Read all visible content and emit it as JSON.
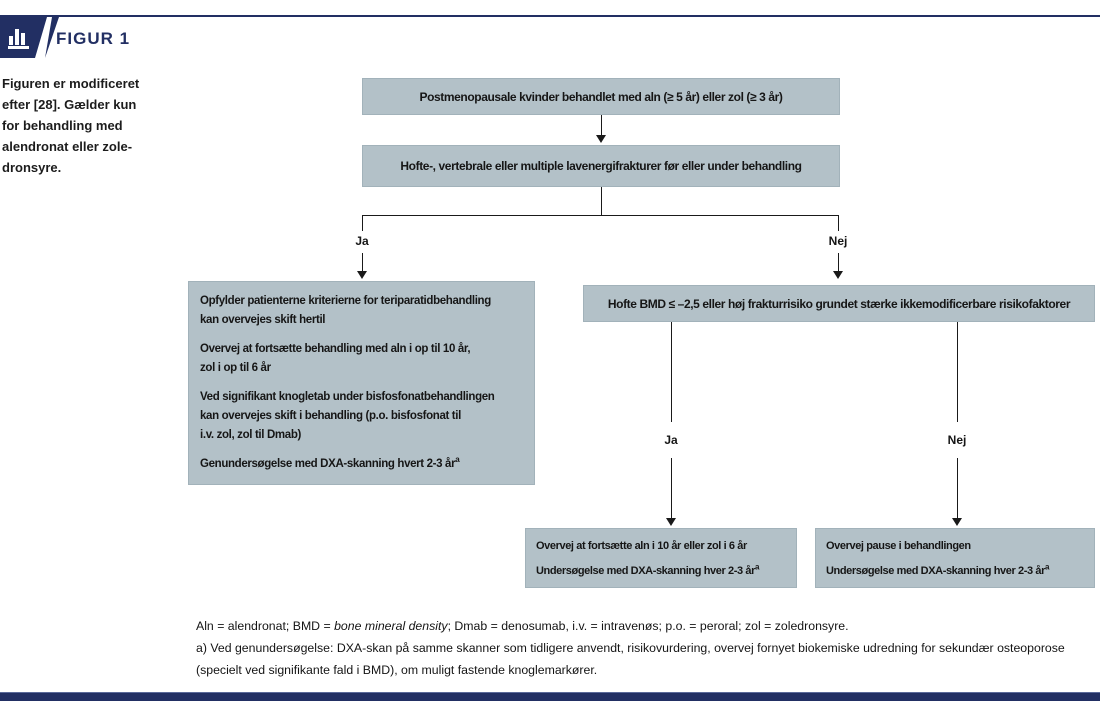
{
  "figure_header": {
    "label": "FIGUR 1"
  },
  "caption": "Figuren er modificeret\nefter [28]. Gælder kun\nfor behandling med\nalendronat eller zole-\ndronsyre.",
  "colors": {
    "navy": "#222f63",
    "box_fill": "#b3c1c8",
    "line": "#1a1a1a"
  },
  "flow": {
    "start_box": "Postmenopausale kvinder behandlet med aln (≥ 5 år) eller zol (≥ 3 år)",
    "fracture_box": "Hofte-, vertebrale eller multiple lavenergifrakturer før eller under behandling",
    "yes_label": "Ja",
    "no_label": "Nej",
    "left_outcome": {
      "p1": "Opfylder patienterne kriterierne for teriparatidbehandling\nkan overvejes skift hertil",
      "p2": "Overvej at fortsætte behandling med aln i op til 10 år,\nzol i op til 6 år",
      "p3": "Ved signifikant knogletab under bisfosfonatbehandlingen\nkan overvejes skift i behandling (p.o. bisfosfonat til\ni.v. zol, zol til Dmab)",
      "p4_text": "Genundersøgelse med DXA-skanning hvert 2-3 år",
      "p4_sup": "a"
    },
    "bmd_box": "Hofte BMD ≤ –2,5 eller høj frakturrisiko grundet stærke ikkemodificerbare risikofaktorer",
    "yes2_label": "Ja",
    "no2_label": "Nej",
    "continue_box": {
      "line1": "Overvej at fortsætte aln i 10 år eller zol i 6 år",
      "line2_text": "Undersøgelse med DXA-skanning hver 2-3 år",
      "line2_sup": "a"
    },
    "pause_box": {
      "line1": "Overvej pause i behandlingen",
      "line2_text": "Undersøgelse med DXA-skanning hver 2-3 år",
      "line2_sup": "a"
    }
  },
  "footnotes": {
    "abbrev_pre": "Aln = alendronat; BMD = ",
    "abbrev_italic": "bone mineral density",
    "abbrev_post": "; Dmab = denosumab, i.v. = intravenøs; p.o. = peroral; zol = zoledronsyre.",
    "note_a": "a) Ved genundersøgelse: DXA-skan på samme skanner som tidligere anvendt, risikovurdering, overvej fornyet biokemiske udredning for sekundær osteoporose\n(specielt ved signifikante fald i BMD), om muligt fastende knoglemarkører."
  }
}
